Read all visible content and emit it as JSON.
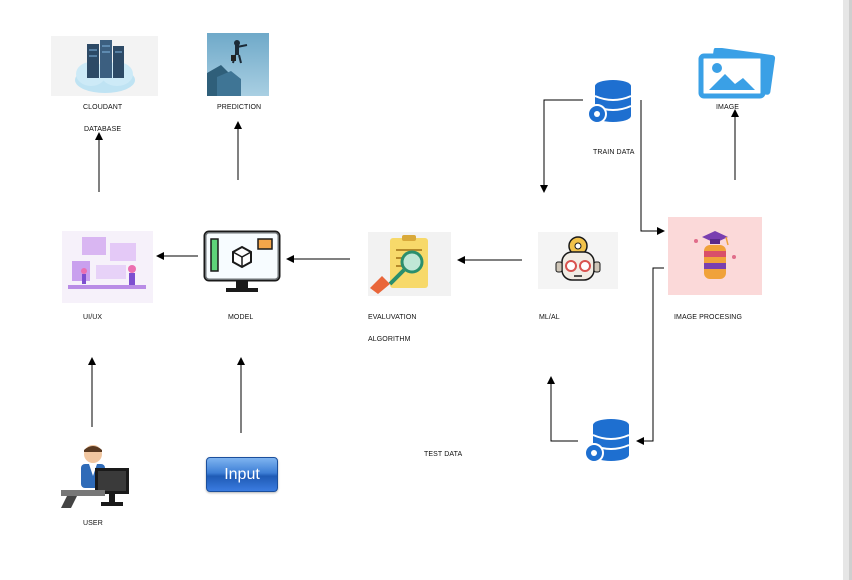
{
  "nodes": {
    "cloudant": {
      "line1": "CLOUDANT",
      "line2": "DATABASE"
    },
    "prediction": {
      "label": "PREDICTION"
    },
    "train_data": {
      "label": "TRAIN DATA"
    },
    "image": {
      "label": "IMAGE"
    },
    "uiux": {
      "label": "UI/UX"
    },
    "model": {
      "label": "MODEL"
    },
    "evaluation": {
      "line1": "EVALUVATION",
      "line2": "ALGORITHM"
    },
    "ml": {
      "label": "ML/AL"
    },
    "image_processing": {
      "label": "IMAGE PROCESING"
    },
    "test_data": {
      "label": "TEST DATA"
    },
    "user": {
      "label": "USER"
    },
    "input": {
      "label": "Input"
    }
  },
  "colors": {
    "arrow": "#000000",
    "db_blue": "#1e6fd0",
    "cloud": "#bfe3f3"
  }
}
